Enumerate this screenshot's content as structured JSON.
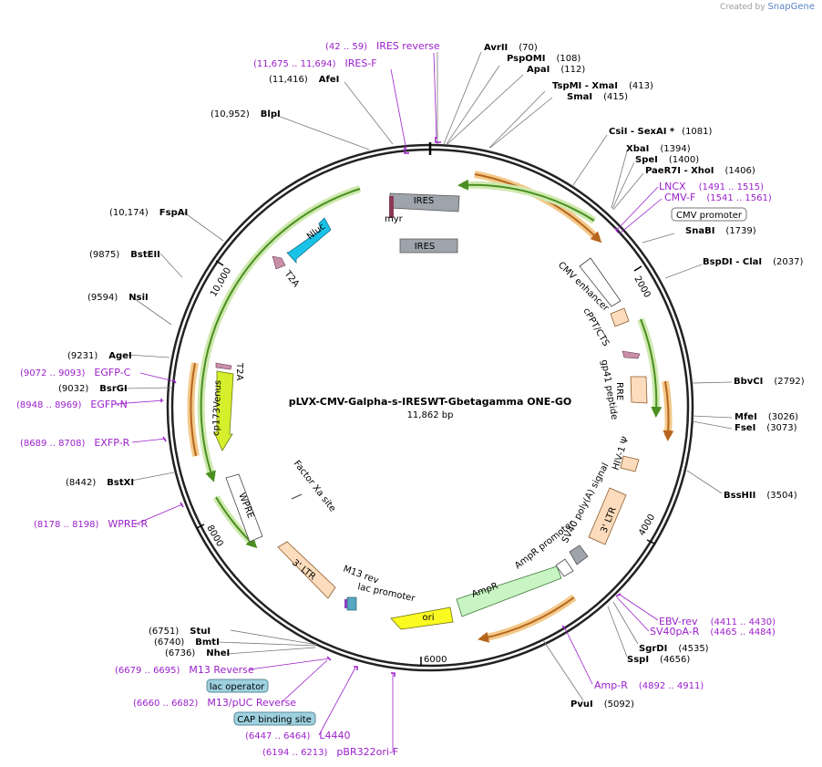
{
  "credit": {
    "created_by": "Created by",
    "brand": "SnapGene"
  },
  "plasmid": {
    "name": "pLVX-CMV-Galpha-s-IRESWT-Gbetagamma ONE-GO",
    "size": "11,862 bp",
    "length": 11862
  },
  "ticks": [
    "2000",
    "4000",
    "6000",
    "8000",
    "10,000"
  ],
  "colors": {
    "enzyme": "#000000",
    "primer": "#9b1fc9",
    "arrow_green": "#4a8f1f",
    "arrow_orange": "#c97a10",
    "ring": "#222222"
  },
  "enzymes": [
    {
      "name": "AvrII",
      "pos": "(70)"
    },
    {
      "name": "PspOMI",
      "pos": "(108)"
    },
    {
      "name": "ApaI",
      "pos": "(112)"
    },
    {
      "name": "TspMI - XmaI",
      "pos": "(413)"
    },
    {
      "name": "SmaI",
      "pos": "(415)"
    },
    {
      "name": "CsiI - SexAI *",
      "pos": "(1081)"
    },
    {
      "name": "XbaI",
      "pos": "(1394)"
    },
    {
      "name": "SpeI",
      "pos": "(1400)"
    },
    {
      "name": "PaeR7I - XhoI",
      "pos": "(1406)"
    },
    {
      "name": "SnaBI",
      "pos": "(1739)"
    },
    {
      "name": "BspDI - ClaI",
      "pos": "(2037)"
    },
    {
      "name": "BbvCI",
      "pos": "(2792)"
    },
    {
      "name": "MfeI",
      "pos": "(3026)"
    },
    {
      "name": "FseI",
      "pos": "(3073)"
    },
    {
      "name": "BssHII",
      "pos": "(3504)"
    },
    {
      "name": "SgrDI",
      "pos": "(4535)"
    },
    {
      "name": "SspI",
      "pos": "(4656)"
    },
    {
      "name": "PvuI",
      "pos": "(5092)"
    },
    {
      "name": "StuI",
      "pos": "(6751)"
    },
    {
      "name": "BmtI",
      "pos": "(6740)"
    },
    {
      "name": "NheI",
      "pos": "(6736)"
    },
    {
      "name": "BstXI",
      "pos": "(8442)"
    },
    {
      "name": "BsrGI",
      "pos": "(9032)"
    },
    {
      "name": "AgeI",
      "pos": "(9231)"
    },
    {
      "name": "NsiI",
      "pos": "(9594)"
    },
    {
      "name": "BstEII",
      "pos": "(9875)"
    },
    {
      "name": "FspAI",
      "pos": "(10,174)"
    },
    {
      "name": "BlpI",
      "pos": "(10,952)"
    },
    {
      "name": "AfeI",
      "pos": "(11,416)"
    }
  ],
  "primers": [
    {
      "name": "IRES reverse",
      "pos": "(42 .. 59)"
    },
    {
      "name": "IRES-F",
      "pos": "(11,675 .. 11,694)"
    },
    {
      "name": "LNCX",
      "pos": "(1491 .. 1515)"
    },
    {
      "name": "CMV-F",
      "pos": "(1541 .. 1561)"
    },
    {
      "name": "EBV-rev",
      "pos": "(4411 .. 4430)"
    },
    {
      "name": "SV40pA-R",
      "pos": "(4465 .. 4484)"
    },
    {
      "name": "Amp-R",
      "pos": "(4892 .. 4911)"
    },
    {
      "name": "M13 Reverse",
      "pos": "(6679 .. 6695)"
    },
    {
      "name": "M13/pUC Reverse",
      "pos": "(6660 .. 6682)"
    },
    {
      "name": "L4440",
      "pos": "(6447 .. 6464)"
    },
    {
      "name": "pBR322ori-F",
      "pos": "(6194 .. 6213)"
    },
    {
      "name": "WPRE-R",
      "pos": "(8178 .. 8198)"
    },
    {
      "name": "EXFP-R",
      "pos": "(8689 .. 8708)"
    },
    {
      "name": "EGFP-N",
      "pos": "(8948 .. 8969)"
    },
    {
      "name": "EGFP-C",
      "pos": "(9072 .. 9093)"
    }
  ],
  "boxed_labels": {
    "cmv_promoter": "CMV promoter",
    "lac_operator": "lac operator",
    "cap_site": "CAP binding site"
  },
  "features": {
    "ires_1": "IRES",
    "ires_2": "IRES",
    "myr": "myr",
    "nluc": "Nluc",
    "t2a_1": "T2A",
    "t2a_2": "T2A",
    "cp173venus": "cp173Venus",
    "cmv_enhancer": "CMV enhancer",
    "cppt": "cPPT/CTS",
    "gp41": "gp41 peptide",
    "rre": "RRE",
    "hiv_psi": "HIV-1 Ψ",
    "ltr_3_right": "3' LTR",
    "sv40": "SV40 poly(A) signal",
    "ampr_promoter": "AmpR promoter",
    "ampr": "AmpR",
    "ori": "ori",
    "m13_rev": "M13 rev",
    "lac_promoter": "lac promoter",
    "ltr_3_left": "3' LTR",
    "wpre": "WPRE",
    "factor_xa": "Factor Xa site"
  }
}
